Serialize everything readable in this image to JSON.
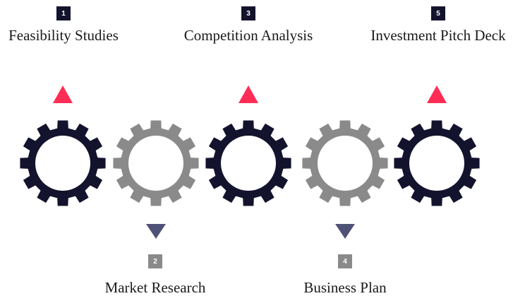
{
  "colors": {
    "dark": "#14132e",
    "gray": "#8a8a8a",
    "up_arrow": "#ff2d55",
    "down_arrow": "#505177"
  },
  "steps": [
    {
      "number": "1",
      "label": "Feasibility Studies",
      "tone": "dark",
      "arrow": "up"
    },
    {
      "number": "2",
      "label": "Market Research",
      "tone": "gray",
      "arrow": "down"
    },
    {
      "number": "3",
      "label": "Competition Analysis",
      "tone": "dark",
      "arrow": "up"
    },
    {
      "number": "4",
      "label": "Business Plan",
      "tone": "gray",
      "arrow": "down"
    },
    {
      "number": "5",
      "label": "Investment Pitch Deck",
      "tone": "dark",
      "arrow": "up"
    }
  ]
}
